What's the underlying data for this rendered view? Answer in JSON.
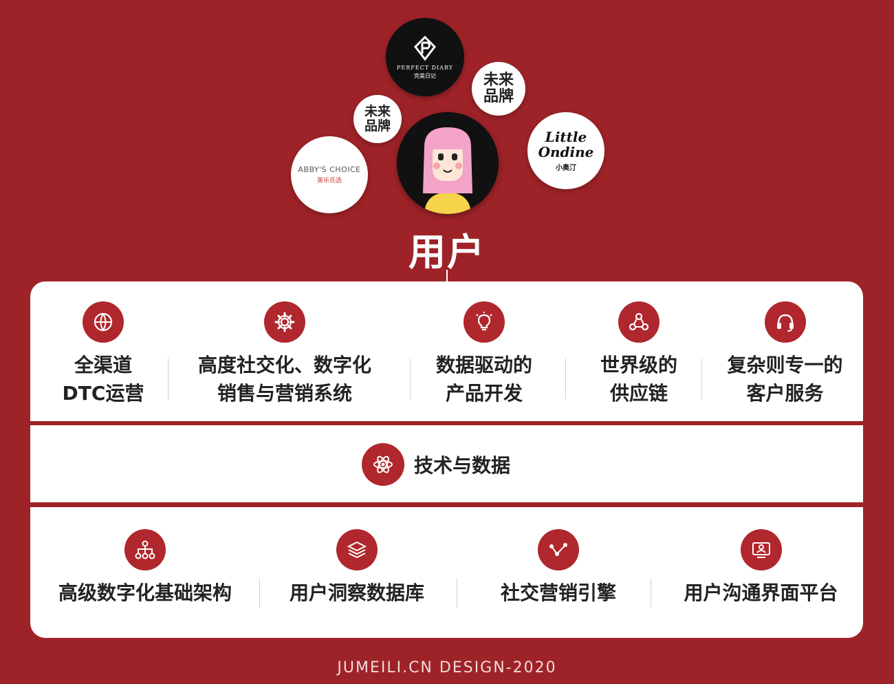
{
  "brands": {
    "perfect_diary": {
      "logo_text": "PERFECT DIARY",
      "sub_text": "完美日记",
      "icon": "perfect-diary-logo"
    },
    "future_brand_right": "未来\n品牌",
    "future_brand_left": "未来\n品牌",
    "abby": {
      "logo_text": "ABBY'S CHOICE",
      "sub_text": "英乐氏选"
    },
    "little_ondine": {
      "logo_text": "Little Ondine",
      "sub_text": "小奥汀"
    }
  },
  "user": {
    "label": "用户",
    "icon": "user-avatar"
  },
  "capabilities": [
    {
      "label": "全渠道\nDTC运营",
      "icon": "globe-icon"
    },
    {
      "label": "高度社交化、数字化\n销售与营销系统",
      "icon": "gear-icon"
    },
    {
      "label": "数据驱动的\n产品开发",
      "icon": "lightbulb-icon"
    },
    {
      "label": "世界级的\n供应链",
      "icon": "network-icon"
    },
    {
      "label": "复杂则专一的\n客户服务",
      "icon": "headset-icon"
    }
  ],
  "tech": {
    "label": "技术与数据",
    "icon": "atom-icon"
  },
  "foundations": [
    {
      "label": "高级数字化基础架构",
      "icon": "hierarchy-icon"
    },
    {
      "label": "用户洞察数据库",
      "icon": "layers-icon"
    },
    {
      "label": "社交营销引擎",
      "icon": "share-graph-icon"
    },
    {
      "label": "用户沟通界面平台",
      "icon": "monitor-user-icon"
    }
  ],
  "colors": {
    "background": "#9e2328",
    "accent": "#b0272d",
    "panel": "#ffffff"
  },
  "footer": "JUMEILI.CN DESIGN-2020"
}
